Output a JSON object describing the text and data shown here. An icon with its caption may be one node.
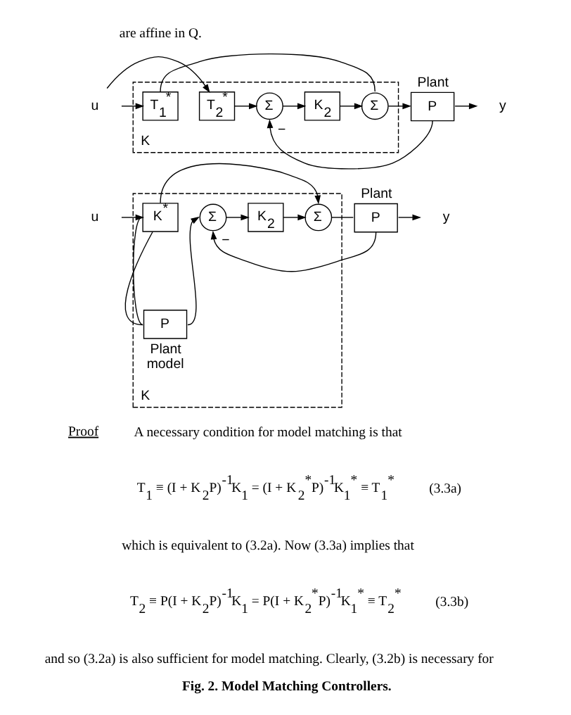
{
  "diagram": {
    "caption": "Fig. 2. Model Matching Controllers.",
    "nodes": [
      {
        "text": [
          "u"
        ]
      },
      {
        "text": [
          "K"
        ]
      },
      {
        "text": [
          "T$_{1}$$^{*}$"
        ],
        "in": 1
      },
      {
        "text": [
          "T$_{2}$$^{*}$"
        ],
        "in": 1
      },
      {
        "text": [
          "Σ"
        ],
        "in": 1
      },
      {
        "text": [
          "K$_{2}$"
        ],
        "in": 1
      },
      {
        "text": [
          "Σ"
        ],
        "in": 1
      },
      {
        "text": [
          "Plant",
          "P"
        ]
      },
      {
        "text": [
          "y"
        ]
      },
      {
        "text": [
          "u"
        ]
      },
      {
        "text": [
          "K"
        ]
      },
      {
        "text": [
          "K$^{*}$"
        ],
        "in": 10
      },
      {
        "text": [
          "P"
        ],
        "in": 10,
        "beside": [
          "Plant model"
        ]
      },
      {
        "text": [
          "Σ"
        ],
        "in": 10
      },
      {
        "text": [
          "K$_{2}$"
        ],
        "in": 10
      },
      {
        "text": [
          "Σ"
        ],
        "in": 10
      },
      {
        "text": [
          "Plant",
          "P"
        ]
      },
      {
        "text": [
          "y"
        ]
      }
    ],
    "edges": [
      {
        "from": 0,
        "to": 2,
        "arrow": "to"
      },
      {
        "from": 0,
        "to": 3,
        "arrow": "to"
      },
      {
        "from": 2,
        "to": 6,
        "arrow": "none"
      },
      {
        "from": 3,
        "to": 4,
        "arrow": "to"
      },
      {
        "from": 4,
        "to": 5,
        "arrow": "to"
      },
      {
        "from": 5,
        "to": 6,
        "arrow": "to"
      },
      {
        "from": 6,
        "to": 7,
        "arrow": "to"
      },
      {
        "from": 7,
        "to": 8,
        "arrow": "to"
      },
      {
        "from": 7,
        "to": 4,
        "arrow": "to",
        "label": "−"
      },
      {
        "from": 9,
        "to": 11,
        "arrow": "to"
      },
      {
        "from": 11,
        "to": 12,
        "arrow": "none"
      },
      {
        "from": 11,
        "to": 15,
        "arrow": "to"
      },
      {
        "from": 12,
        "to": 13,
        "arrow": "to"
      },
      {
        "from": 12,
        "to": 11,
        "arrow": "none"
      },
      {
        "from": 13,
        "to": 14,
        "arrow": "to"
      },
      {
        "from": 14,
        "to": 15,
        "arrow": "to"
      },
      {
        "from": 15,
        "to": 16,
        "arrow": "none"
      },
      {
        "from": 16,
        "to": 17,
        "arrow": "to"
      },
      {
        "from": 16,
        "to": 13,
        "arrow": "to",
        "label": "−"
      }
    ],
    "labels": [
      "are affine in Q.",
      "Proof",
      "A necessary condition for model matching is that",
      "T$_{1}$ ≡ (I + K$_{2}$P)$^{-1}$K$_{1}$ = (I + K$_{2}$$^{*}$P)$^{-1}$K$_{1}$$^{*}$ ≡ T$_{1}$$^{*}$",
      "(3.3a)",
      "which is equivalent to (3.2a). Now (3.3a) implies that",
      "T$_{2}$ ≡ P(I + K$_{2}$P)$^{-1}$K$_{1}$ = P(I + K$_{2}$$^{*}$P)$^{-1}$K$_{1}$$^{*}$ ≡ T$_{2}$$^{*}$",
      "(3.3b)",
      "and so (3.2a) is also sufficient for model matching. Clearly, (3.2b) is necessary for"
    ]
  }
}
